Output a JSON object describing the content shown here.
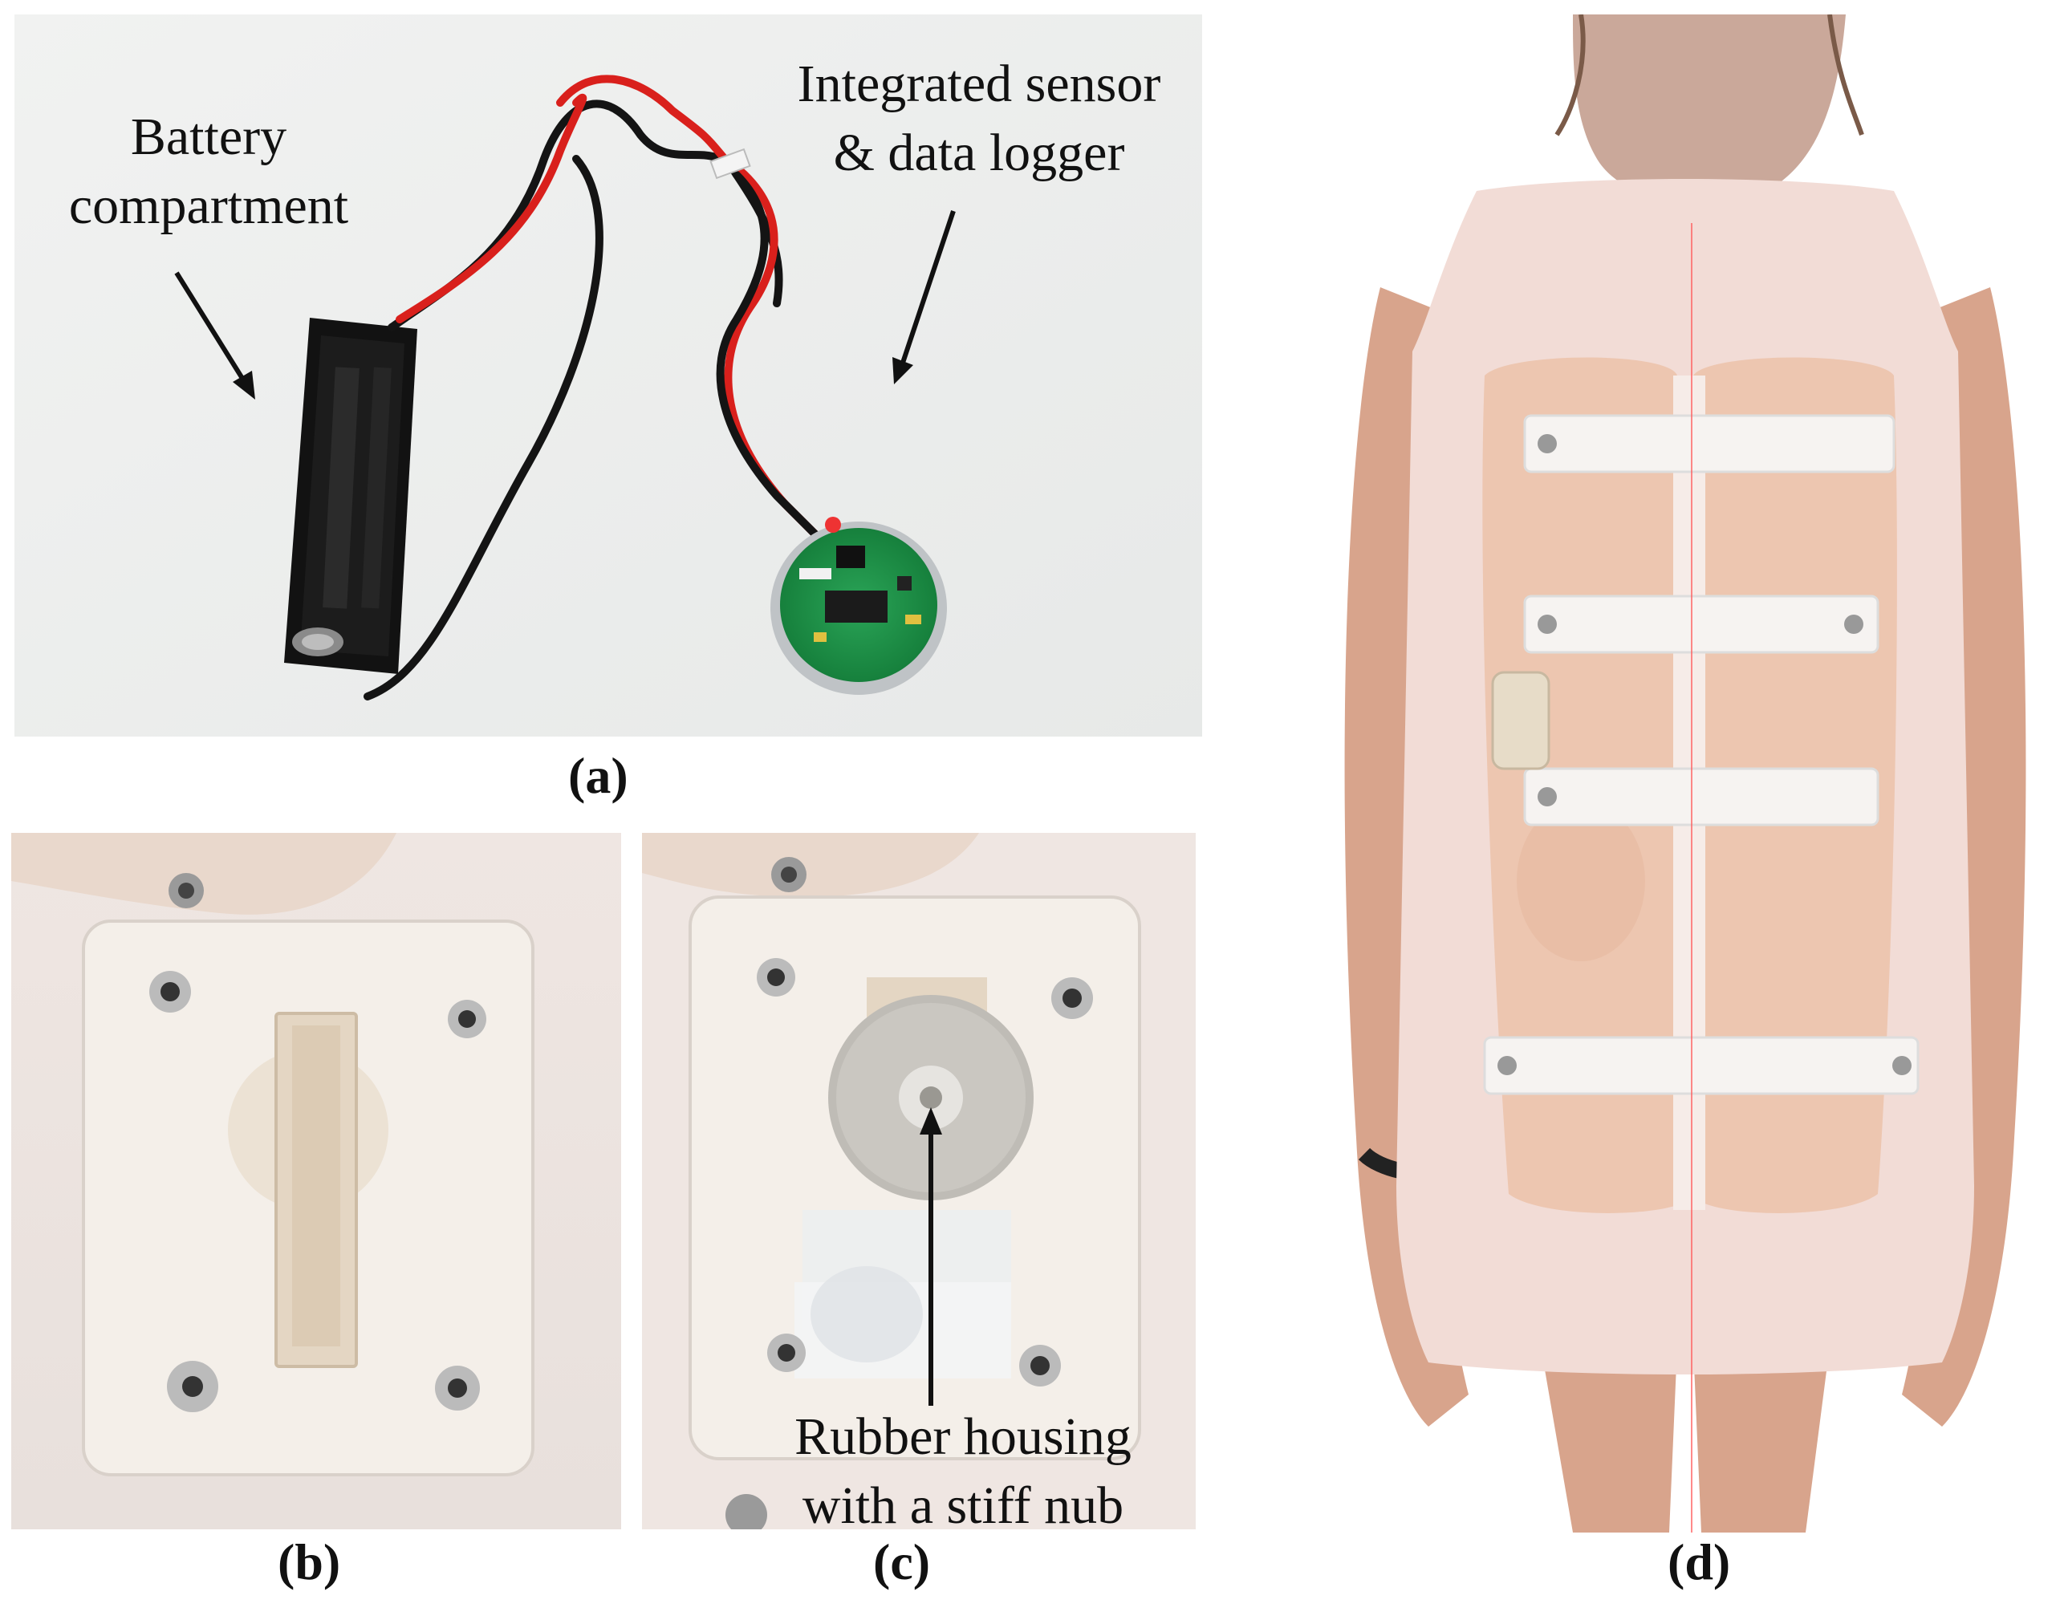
{
  "figure": {
    "panel_a": {
      "label": "(a)",
      "annotations": {
        "battery": [
          "Battery",
          "compartment"
        ],
        "sensor": [
          "Integrated sensor",
          "& data logger"
        ]
      }
    },
    "panel_b": {
      "label": "(b)"
    },
    "panel_c": {
      "label": "(c)",
      "annotations": {
        "housing": [
          "Rubber housing",
          "with a stiff nub"
        ]
      }
    },
    "panel_d": {
      "label": "(d)"
    }
  },
  "colors": {
    "background": "#ffffff",
    "wire_red": "#d9201c",
    "wire_black": "#141414",
    "pcb_green": "#1f9a4a",
    "brace_plastic": "#efe7e0",
    "skin_tone": "#e6b49a",
    "strap_white": "#f6f3f1"
  },
  "icons": [
    "arrow-icon"
  ]
}
